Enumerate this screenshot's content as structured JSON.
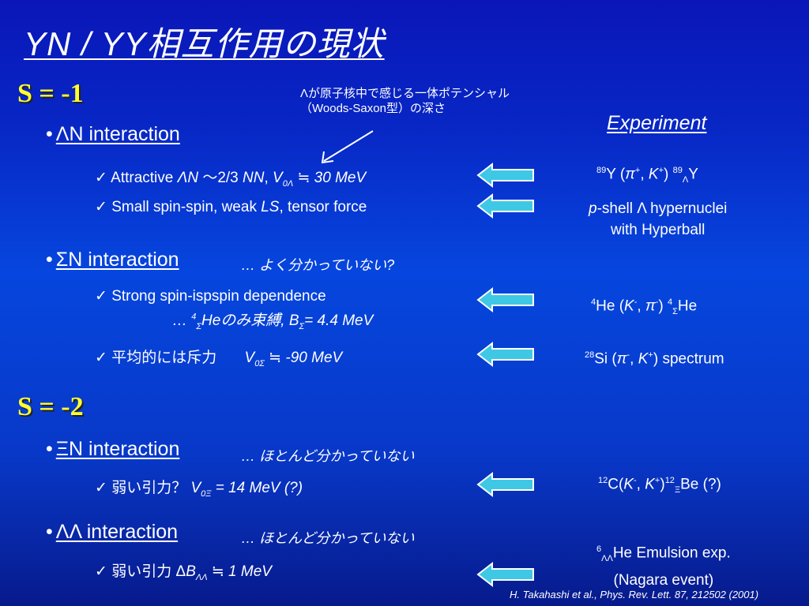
{
  "title": "YN / YY相互作用の現状",
  "sections": {
    "s1": "S = -1",
    "s2": "S = -2"
  },
  "experiment_header": "Experiment",
  "potential_note": {
    "line1": "Λが原子核中で感じる一体ポテンシャル",
    "line2": "（Woods-Saxon型）の深さ"
  },
  "bullets": {
    "lambda_n": "ΛN  interaction",
    "sigma_n": "ΣN  interaction",
    "xi_n": "ΞN  interaction",
    "lambda_lambda": "ΛΛ  interaction"
  },
  "comments": {
    "sigma_n": "… よく分かっていない?",
    "xi_n": "… ほとんど分かっていない",
    "lambda_lambda": "… ほとんど分かっていない"
  },
  "items": {
    "attractive": {
      "prefix": "Attractive ",
      "ln": "ΛN",
      "mid": " ～2/3 ",
      "nn": "NN",
      "comma": ", ",
      "v": "V",
      "vsub": "0Λ",
      "val": " ≒ 30 MeV"
    },
    "spin_spin": {
      "prefix": "Small spin-spin, weak ",
      "ls": "LS",
      "suffix": ", tensor force"
    },
    "strong_spin": "Strong spin-ispspin dependence",
    "sigma_he": {
      "dots": "… ",
      "sup": "4",
      "sub": "Σ",
      "he": "Heのみ束縛, B",
      "bsub": "Σ",
      "val": "= 4.4 MeV"
    },
    "repulsive": {
      "prefix": "平均的には斥力",
      "v": "V",
      "vsub": "0Σ",
      "val": " ≒ -90 MeV"
    },
    "weak_attr_xi": {
      "prefix": "弱い引力？ ",
      "v": "V",
      "vsub": "0Ξ",
      "val": " = 14 MeV (?)"
    },
    "weak_attr_ll": {
      "prefix": "弱い引力  Δ",
      "b": "B",
      "bsub": "ΛΛ",
      "val": " ≒ 1 MeV"
    }
  },
  "experiments": {
    "e1": {
      "sup1": "89",
      "y": "Y (",
      "pi": "π",
      "pisup": "+",
      "sep": ", ",
      "k": "K",
      "ksup": "+",
      "close": ") ",
      "sup2": "89",
      "sub": "Λ",
      "y2": "Y"
    },
    "e2": {
      "p": "p",
      "line1": "-shell Λ hypernuclei",
      "line2": "with Hyperball"
    },
    "e3": {
      "sup1": "4",
      "he": "He (",
      "k": "K",
      "ksup": "-",
      "sep": ", ",
      "pi": "π",
      "pisup": "-",
      "close": ") ",
      "sup2": "4",
      "sub": "Σ",
      "he2": "He"
    },
    "e4": {
      "sup": "28",
      "si": "Si (",
      "pi": "π",
      "pisup": "-",
      "sep": ", ",
      "k": "K",
      "ksup": "+",
      "close": ") spectrum"
    },
    "e5": {
      "sup1": "12",
      "c": "C(",
      "k": "K",
      "ksup": "-",
      "sep": ", ",
      "k2": "K",
      "k2sup": "+",
      "close": ")",
      "sup2": "12",
      "sub": "Ξ",
      "be": "Be (?)"
    },
    "e6": {
      "sup": "6",
      "sub": "ΛΛ",
      "line1": "He Emulsion exp.",
      "line2": "(Nagara event)"
    }
  },
  "reference": "H. Takahashi et al., Phys. Rev. Lett. 87, 212502 (2001)",
  "check_mark": "✓",
  "bullet_dot": "•",
  "colors": {
    "section": "#ffff33",
    "text": "#ffffff",
    "arrow_fill": "#3ec8e6",
    "arrow_stroke": "#ffffff"
  }
}
